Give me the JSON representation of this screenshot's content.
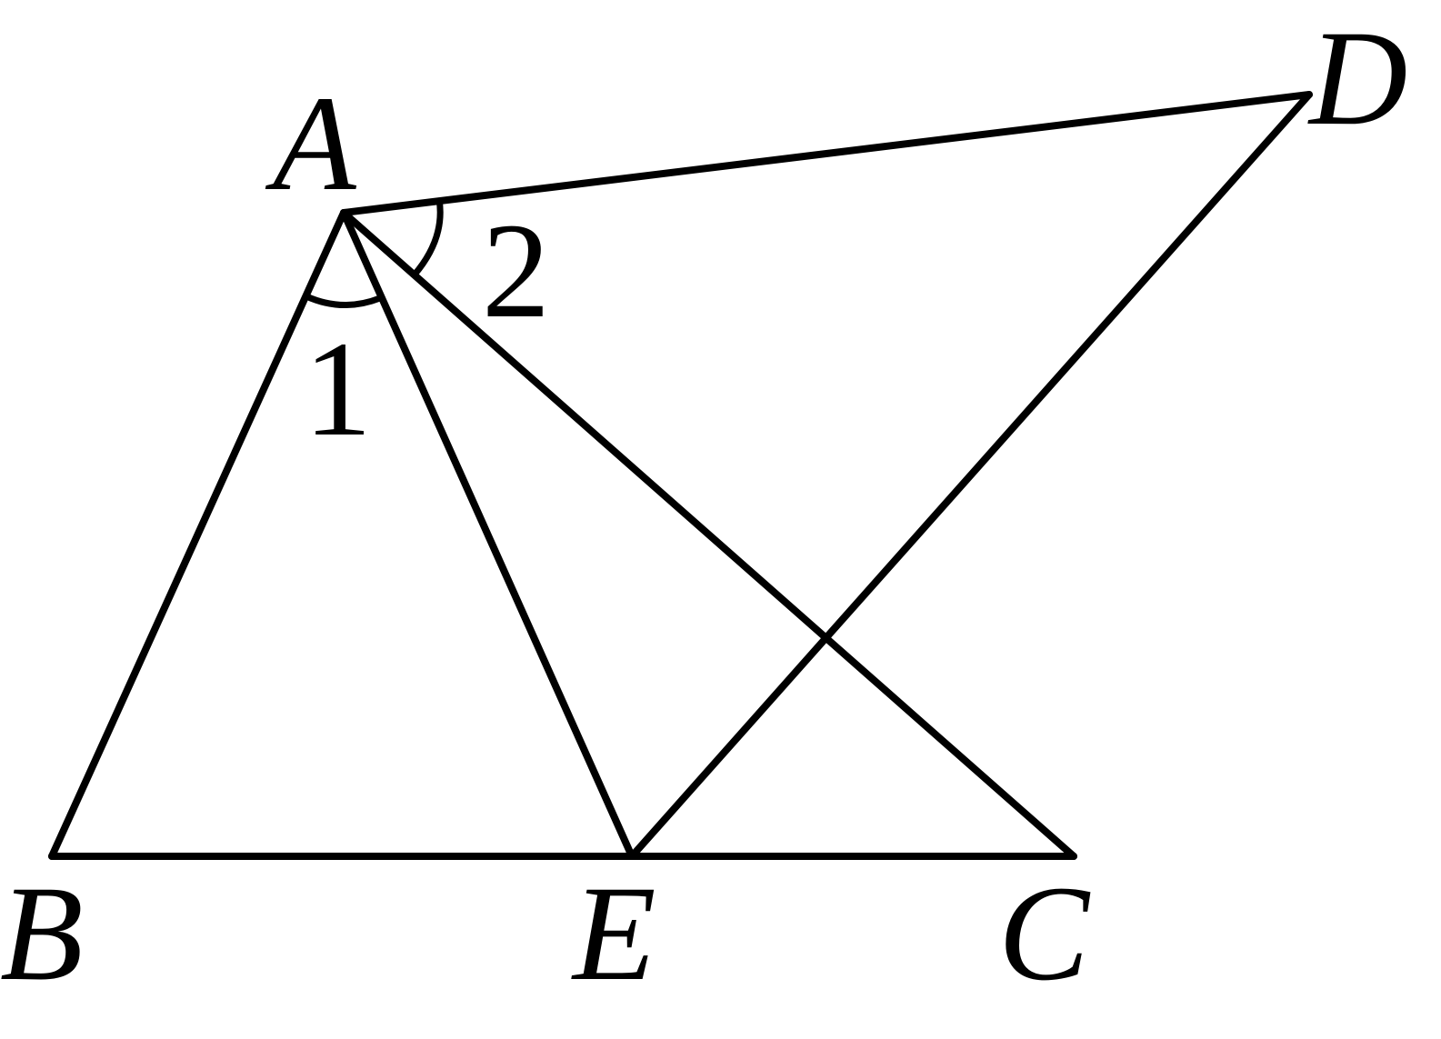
{
  "points": {
    "A": "A",
    "B": "B",
    "C": "C",
    "D": "D",
    "E": "E"
  },
  "angles": {
    "angle1": "1",
    "angle2": "2"
  },
  "colors": {
    "stroke": "#000000",
    "background": "#ffffff"
  }
}
